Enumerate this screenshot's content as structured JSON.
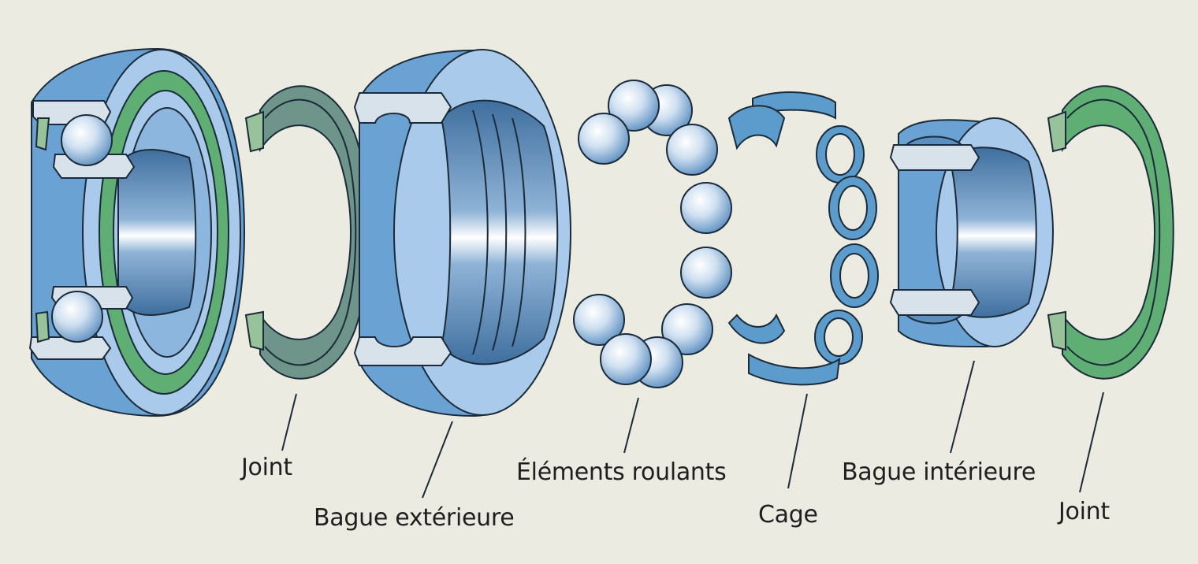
{
  "labels": {
    "seal_left": "Joint",
    "outer_ring": "Bague extérieure",
    "rolling_elements": "Éléments roulants",
    "cage": "Cage",
    "inner_ring": "Bague intérieure",
    "seal_right": "Joint"
  },
  "colors": {
    "background": "#ecebe1",
    "ring_blue": "#6aa2d3",
    "ring_light": "#a9caea",
    "ring_dark": "#4878a8",
    "seal_green": "#5fae74",
    "seal_dark_green": "#2f7a4a",
    "seal_grey_green": "#6f948a",
    "cage_blue": "#5b9ccc",
    "outline": "#1b2b3a"
  }
}
